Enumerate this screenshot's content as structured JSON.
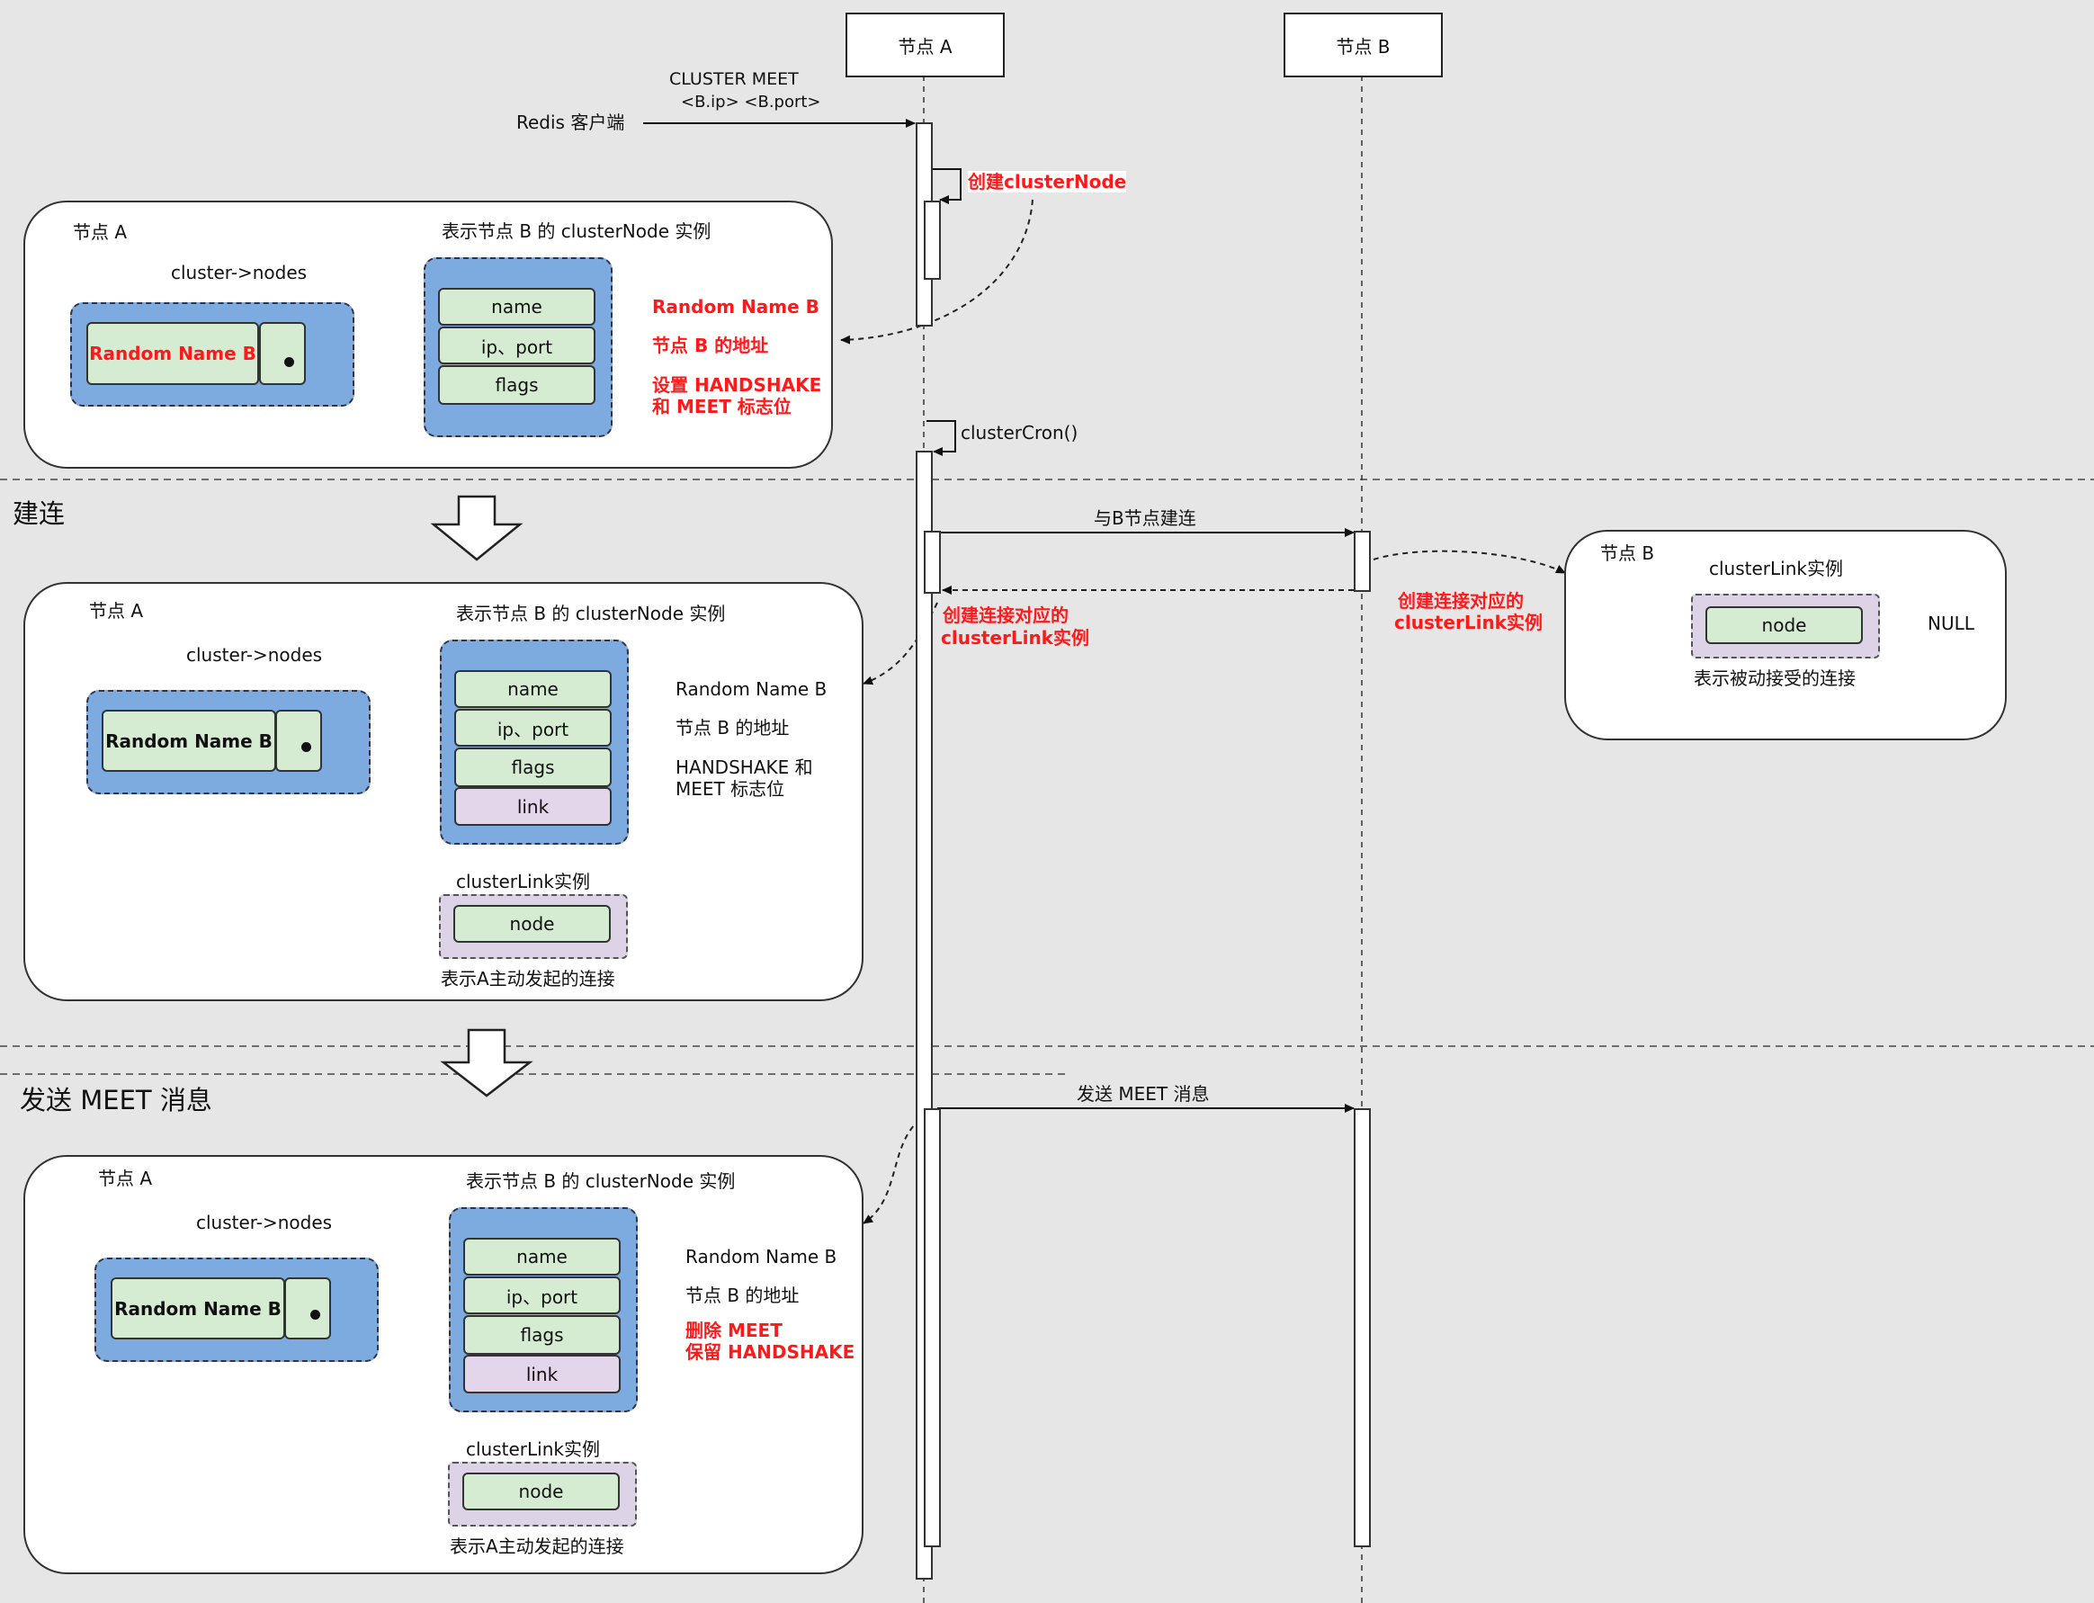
{
  "lifelines": {
    "a": "节点 A",
    "b": "节点 B"
  },
  "client": {
    "label": "Redis 客户端",
    "cmd1": "CLUSTER MEET",
    "cmd2": "<B.ip> <B.port>"
  },
  "msgs": {
    "create_node": "创建clusterNode",
    "cron": "clusterCron()",
    "connect": "与B节点建连",
    "create_link_a1": "创建连接对应的",
    "create_link_a2": "clusterLink实例",
    "create_link_b1": "创建连接对应的",
    "create_link_b2": "clusterLink实例",
    "send_meet": "发送 MEET 消息"
  },
  "sections": {
    "s2": "建连",
    "s3": "发送 MEET 消息"
  },
  "panel1": {
    "node_a": "节点 A",
    "inst_title": "表示节点 B 的 clusterNode 实例",
    "nodes_label": "cluster->nodes",
    "key": "Random Name B",
    "fields": [
      "name",
      "ip、port",
      "flags"
    ],
    "v_name": "Random Name B",
    "v_addr": "节点 B 的地址",
    "v_flags1": "设置 HANDSHAKE",
    "v_flags2": "和 MEET 标志位"
  },
  "panel2": {
    "node_a": "节点 A",
    "inst_title": "表示节点 B 的 clusterNode 实例",
    "nodes_label": "cluster->nodes",
    "key": "Random Name B",
    "fields": [
      "name",
      "ip、port",
      "flags",
      "link"
    ],
    "v_name": "Random Name B",
    "v_addr": "节点 B 的地址",
    "v_flags1": "HANDSHAKE 和",
    "v_flags2": "MEET 标志位",
    "link_title": "clusterLink实例",
    "link_field": "node",
    "link_caption": "表示A主动发起的连接"
  },
  "panel3": {
    "node_a": "节点 A",
    "inst_title": "表示节点 B 的 clusterNode 实例",
    "nodes_label": "cluster->nodes",
    "key": "Random Name B",
    "fields": [
      "name",
      "ip、port",
      "flags",
      "link"
    ],
    "v_name": "Random Name B",
    "v_addr": "节点 B 的地址",
    "v_flags1": "删除 MEET",
    "v_flags2": "保留 HANDSHAKE",
    "link_title": "clusterLink实例",
    "link_field": "node",
    "link_caption": "表示A主动发起的连接"
  },
  "panelB": {
    "node_b": "节点 B",
    "link_title": "clusterLink实例",
    "field": "node",
    "null": "NULL",
    "caption": "表示被动接受的连接"
  },
  "colors": {
    "background": "#e6e6e6",
    "blue_box": "#7eabdf",
    "green_cell": "#d5ecd3",
    "purple_cell": "#dcd3e6",
    "highlight": "#ff1a1a"
  },
  "icons": [
    "down-arrow-icon",
    "down-arrow-icon"
  ]
}
